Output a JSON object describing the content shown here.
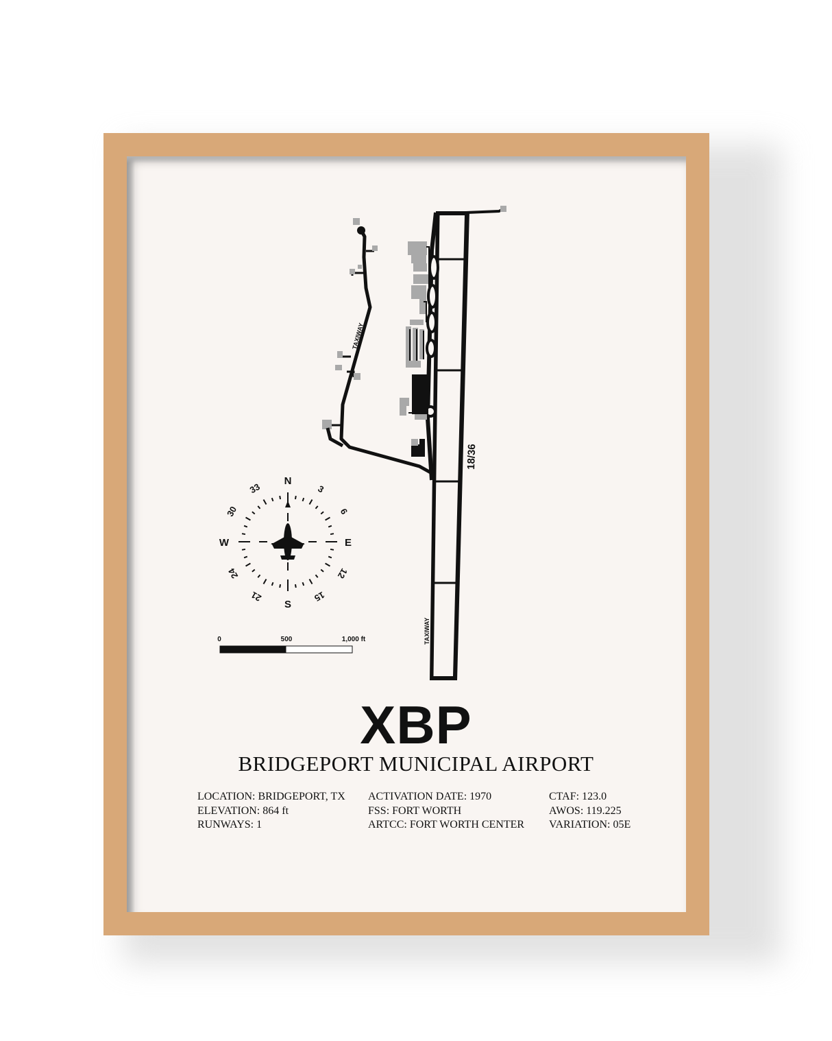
{
  "airport": {
    "code": "XBP",
    "name": "BRIDGEPORT MUNICIPAL AIRPORT"
  },
  "diagram": {
    "runway_label": "18/36",
    "taxiway_labels": [
      "TAXIWAY",
      "TAXIWAY"
    ]
  },
  "compass": {
    "cardinals": [
      "N",
      "E",
      "S",
      "W"
    ],
    "headings": [
      "3",
      "6",
      "12",
      "15",
      "21",
      "24",
      "30",
      "33"
    ],
    "icon": "airplane-icon"
  },
  "scale_bar": {
    "labels": [
      "0",
      "500",
      "1,000 ft"
    ]
  },
  "info": {
    "col1": [
      "LOCATION: BRIDGEPORT, TX",
      "ELEVATION: 864 ft",
      "RUNWAYS: 1"
    ],
    "col2": [
      "ACTIVATION DATE: 1970",
      "FSS: FORT WORTH",
      "ARTCC: FORT WORTH CENTER"
    ],
    "col3": [
      "CTAF: 123.0",
      "AWOS: 119.225",
      "VARIATION: 05E"
    ]
  },
  "colors": {
    "frame": "#d8a878",
    "mat": "#f9f5f2",
    "ink": "#111111",
    "building": "#a9a9a9"
  }
}
